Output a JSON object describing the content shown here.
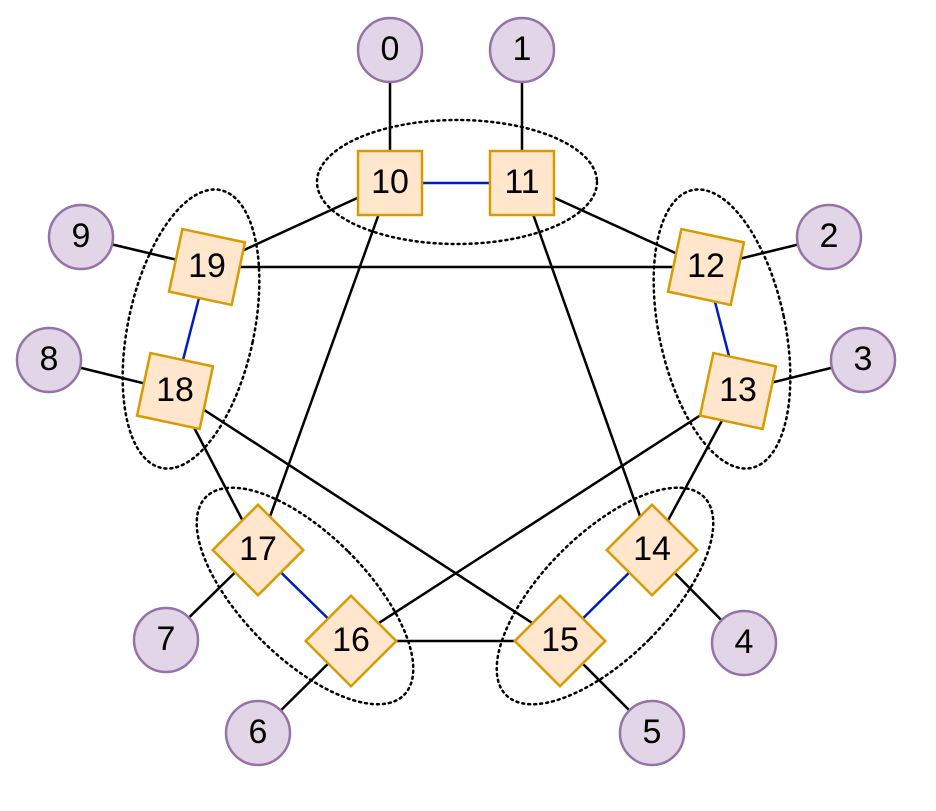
{
  "colors": {
    "outer_fill": "#e1d5e7",
    "outer_stroke": "#9673a6",
    "switch_fill": "#ffe6cc",
    "switch_stroke": "#d79b00",
    "edge": "#000000",
    "pair_edge": "#001dbc"
  },
  "outer_nodes": [
    {
      "id": "n0",
      "label": "0"
    },
    {
      "id": "n1",
      "label": "1"
    },
    {
      "id": "n2",
      "label": "2"
    },
    {
      "id": "n3",
      "label": "3"
    },
    {
      "id": "n4",
      "label": "4"
    },
    {
      "id": "n5",
      "label": "5"
    },
    {
      "id": "n6",
      "label": "6"
    },
    {
      "id": "n7",
      "label": "7"
    },
    {
      "id": "n8",
      "label": "8"
    },
    {
      "id": "n9",
      "label": "9"
    }
  ],
  "switch_nodes": [
    {
      "id": "s10",
      "label": "10"
    },
    {
      "id": "s11",
      "label": "11"
    },
    {
      "id": "s12",
      "label": "12"
    },
    {
      "id": "s13",
      "label": "13"
    },
    {
      "id": "s14",
      "label": "14"
    },
    {
      "id": "s15",
      "label": "15"
    },
    {
      "id": "s16",
      "label": "16"
    },
    {
      "id": "s17",
      "label": "17"
    },
    {
      "id": "s18",
      "label": "18"
    },
    {
      "id": "s19",
      "label": "19"
    }
  ],
  "edges": [
    {
      "from": "n0",
      "to": "s10",
      "kind": "link"
    },
    {
      "from": "n1",
      "to": "s11",
      "kind": "link"
    },
    {
      "from": "n2",
      "to": "s12",
      "kind": "link"
    },
    {
      "from": "n3",
      "to": "s13",
      "kind": "link"
    },
    {
      "from": "n4",
      "to": "s14",
      "kind": "link"
    },
    {
      "from": "n5",
      "to": "s15",
      "kind": "link"
    },
    {
      "from": "n6",
      "to": "s16",
      "kind": "link"
    },
    {
      "from": "n7",
      "to": "s17",
      "kind": "link"
    },
    {
      "from": "n8",
      "to": "s18",
      "kind": "link"
    },
    {
      "from": "n9",
      "to": "s19",
      "kind": "link"
    },
    {
      "from": "s10",
      "to": "s11",
      "kind": "pair"
    },
    {
      "from": "s12",
      "to": "s13",
      "kind": "pair"
    },
    {
      "from": "s14",
      "to": "s15",
      "kind": "pair"
    },
    {
      "from": "s16",
      "to": "s17",
      "kind": "pair"
    },
    {
      "from": "s18",
      "to": "s19",
      "kind": "pair"
    },
    {
      "from": "s10",
      "to": "s19",
      "kind": "link"
    },
    {
      "from": "s10",
      "to": "s17",
      "kind": "link"
    },
    {
      "from": "s11",
      "to": "s12",
      "kind": "link"
    },
    {
      "from": "s11",
      "to": "s14",
      "kind": "link"
    },
    {
      "from": "s19",
      "to": "s12",
      "kind": "link"
    },
    {
      "from": "s18",
      "to": "s17",
      "kind": "link"
    },
    {
      "from": "s18",
      "to": "s15",
      "kind": "link"
    },
    {
      "from": "s13",
      "to": "s14",
      "kind": "link"
    },
    {
      "from": "s13",
      "to": "s16",
      "kind": "link"
    },
    {
      "from": "s16",
      "to": "s15",
      "kind": "link"
    }
  ],
  "groups": [
    {
      "id": "group-10-11",
      "members": [
        "s10",
        "s11"
      ]
    },
    {
      "id": "group-12-13",
      "members": [
        "s12",
        "s13"
      ]
    },
    {
      "id": "group-14-15",
      "members": [
        "s14",
        "s15"
      ]
    },
    {
      "id": "group-16-17",
      "members": [
        "s16",
        "s17"
      ]
    },
    {
      "id": "group-18-19",
      "members": [
        "s18",
        "s19"
      ]
    }
  ]
}
